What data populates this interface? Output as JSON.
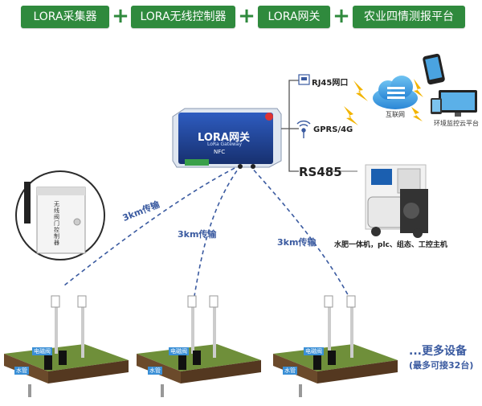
{
  "banner": {
    "items": [
      "LORA采集器",
      "LORA无线控制器",
      "LORA网关",
      "农业四情测报平台"
    ],
    "separator": "+"
  },
  "gateway": {
    "brand": "LORA网关",
    "subtitle": "LoRa Gateway",
    "nfc": "NFC"
  },
  "collector": {
    "text": "无线阀门控制器"
  },
  "links": [
    {
      "label": "3km传输"
    },
    {
      "label": "3km传输"
    },
    {
      "label": "3km传输"
    }
  ],
  "uplinks": {
    "rj45": "RJ45网口",
    "gprs": "GPRS/4G",
    "rs485": "RS485"
  },
  "cloud": {
    "label": "互联网",
    "platform": "环境监控云平台"
  },
  "machine": {
    "caption": "水肥一体机，plc、组态、工控主机"
  },
  "fields": {
    "tags": [
      "电磁阀",
      "水管"
    ],
    "more": "...更多设备",
    "max": "(最多可接32台)"
  },
  "colors": {
    "green": "#2f8a3d",
    "gateway_blue": "#1f3f8a",
    "link_dash": "#3a5aa0",
    "lightning": "#f2b400",
    "soil": "#6b4a2b",
    "grass": "#6f8f3a"
  }
}
